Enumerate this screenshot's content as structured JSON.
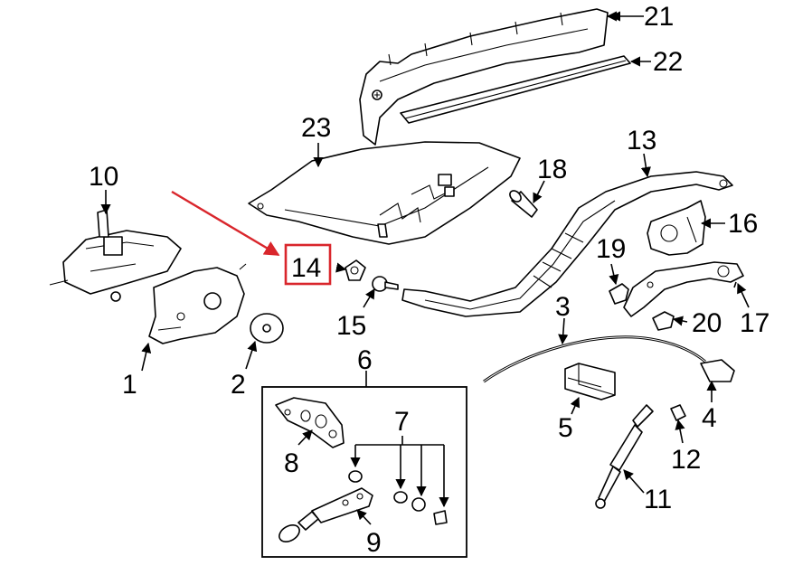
{
  "callouts": [
    {
      "id": "c1",
      "label": "1"
    },
    {
      "id": "c2",
      "label": "2"
    },
    {
      "id": "c3",
      "label": "3"
    },
    {
      "id": "c4",
      "label": "4"
    },
    {
      "id": "c5",
      "label": "5"
    },
    {
      "id": "c6",
      "label": "6"
    },
    {
      "id": "c7",
      "label": "7"
    },
    {
      "id": "c8",
      "label": "8"
    },
    {
      "id": "c9",
      "label": "9"
    },
    {
      "id": "c10",
      "label": "10"
    },
    {
      "id": "c11",
      "label": "11"
    },
    {
      "id": "c12",
      "label": "12"
    },
    {
      "id": "c13",
      "label": "13"
    },
    {
      "id": "c14",
      "label": "14"
    },
    {
      "id": "c15",
      "label": "15"
    },
    {
      "id": "c16",
      "label": "16"
    },
    {
      "id": "c17",
      "label": "17"
    },
    {
      "id": "c18",
      "label": "18"
    },
    {
      "id": "c19",
      "label": "19"
    },
    {
      "id": "c20",
      "label": "20"
    },
    {
      "id": "c21",
      "label": "21"
    },
    {
      "id": "c22",
      "label": "22"
    },
    {
      "id": "c23",
      "label": "23"
    }
  ],
  "highlight": {
    "label": "14",
    "color": "#d9262c"
  },
  "colors": {
    "ink": "#000000",
    "highlight": "#d9262c",
    "background": "#ffffff"
  }
}
